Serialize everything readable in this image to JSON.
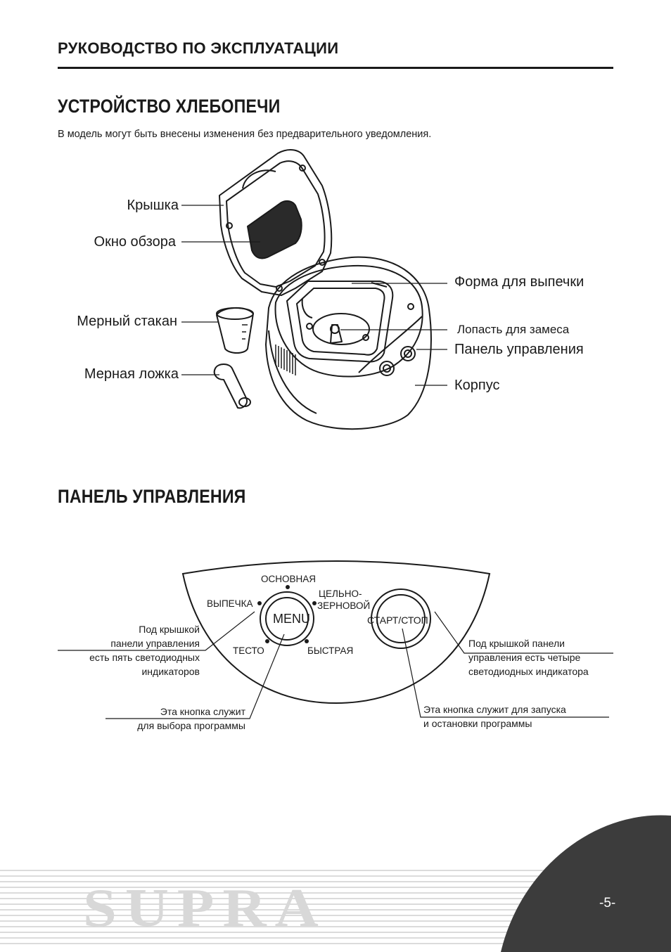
{
  "header": {
    "title": "РУКОВОДСТВО ПО ЭКСПЛУАТАЦИИ"
  },
  "section_device": {
    "title": "УСТРОЙСТВО ХЛЕБОПЕЧИ",
    "note": "В модель могут быть внесены изменения без предварительного уведомления.",
    "labels": {
      "lid": "Крышка",
      "window": "Окно обзора",
      "cup": "Мерный стакан",
      "spoon": "Мерная ложка",
      "pan": "Форма для выпечки",
      "paddle": "Лопасть для замеса",
      "panel": "Панель управления",
      "body": "Корпус"
    }
  },
  "section_panel": {
    "title": "ПАНЕЛЬ УПРАВЛЕНИЯ",
    "indicators": {
      "basic": "ОСНОВНАЯ",
      "whole_1": "ЦЕЛЬНО-",
      "whole_2": "ЗЕРНОВОЙ",
      "bake": "ВЫПЕЧКА",
      "dough": "ТЕСТО",
      "quick": "БЫСТРАЯ"
    },
    "menu_button": "MENU",
    "start_button": "СТАРТ/СТОП",
    "callouts": {
      "left_leds": [
        "Под крышкой",
        "панели управления",
        "есть пять светодиодных",
        "индикаторов"
      ],
      "right_leds": [
        "Под крышкой панели",
        "управления есть четыре",
        "светодиодных индикатора"
      ],
      "menu": [
        "Эта кнопка служит",
        "для выбора программы"
      ],
      "start": [
        "Эта кнопка служит для запуска",
        "и остановки программы"
      ]
    }
  },
  "footer": {
    "brand": "SUPRA",
    "page": "-5-"
  },
  "colors": {
    "text": "#1a1a1a",
    "footer_disc": "#3c3c3c",
    "logo": "#d8d8d8",
    "stripes": "#cfcfcf"
  }
}
